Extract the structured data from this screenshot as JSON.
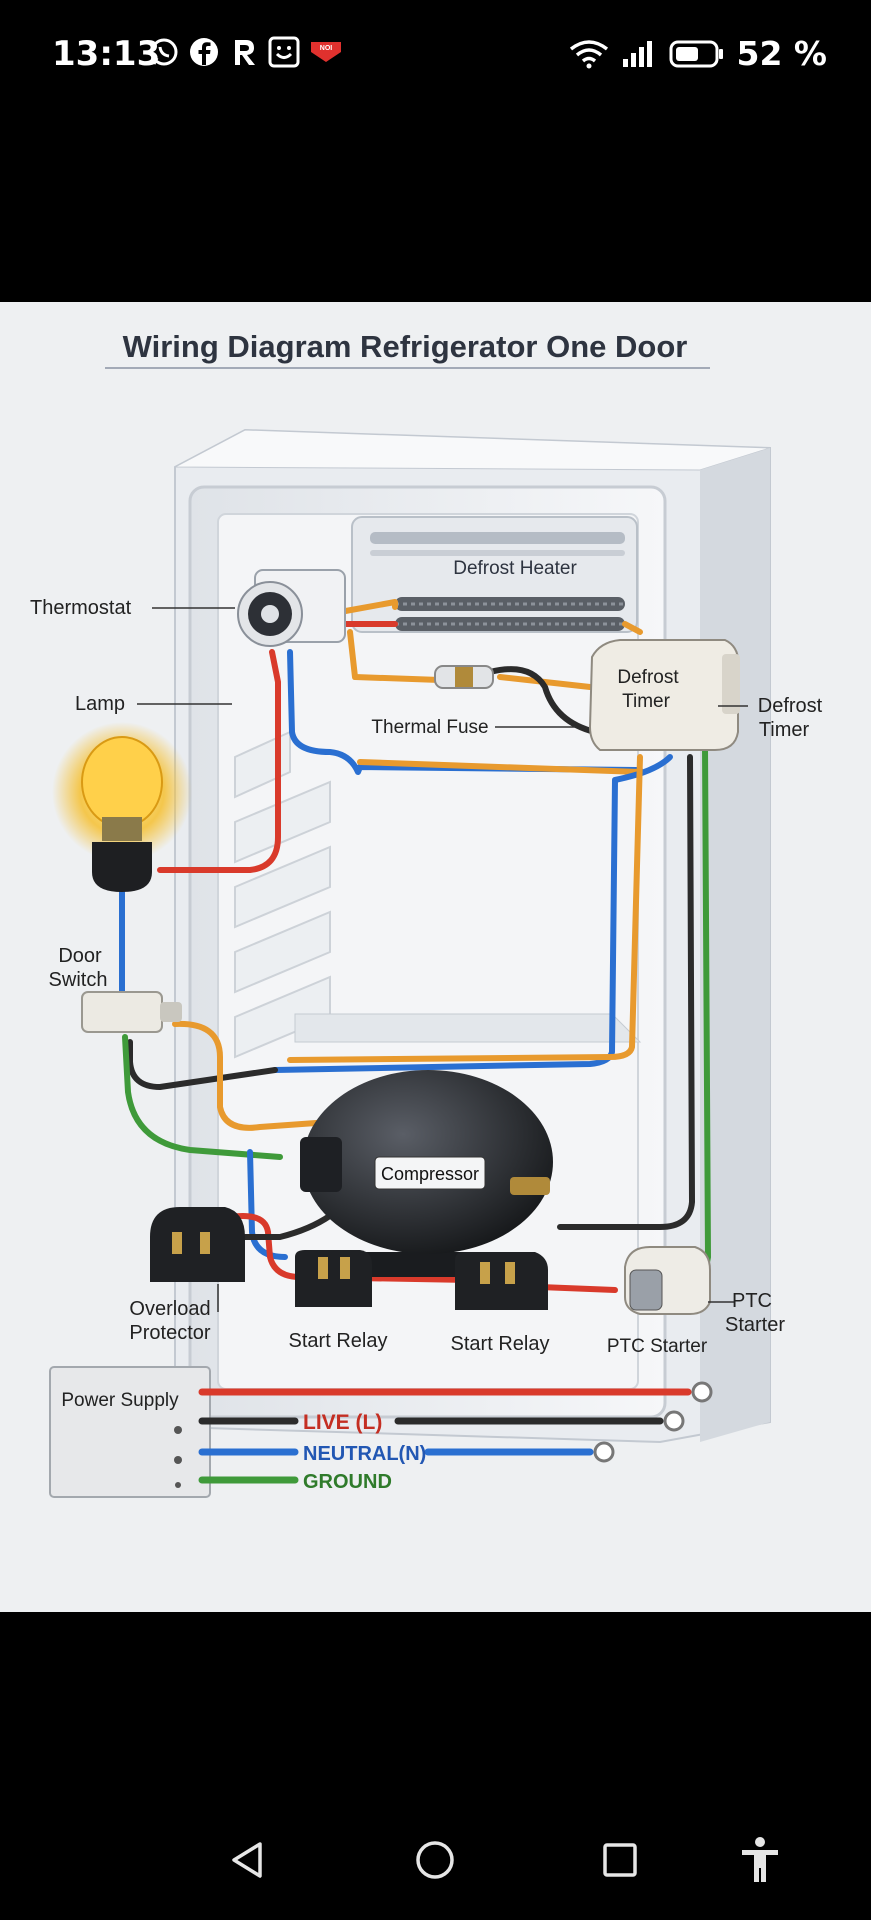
{
  "status_bar": {
    "time": "13:13",
    "battery": "52 %",
    "notification_icons": [
      "whatsapp-icon",
      "facebook-icon",
      "r-app-icon",
      "smiley-app-icon",
      "news-badge-icon"
    ],
    "badge_text": "NOI"
  },
  "diagram": {
    "title": "Wiring Diagram Refrigerator One Door",
    "labels": {
      "thermostat": "Thermostat",
      "lamp": "Lamp",
      "door_switch": "Door\nSwitch",
      "defrost_heater": "Defrost Heater",
      "thermal_fuse": "Thermal Fuse",
      "defrost_timer_box": "Defrost\nTimer",
      "defrost_timer": "Defrost\nTimer",
      "compressor": "Compressor",
      "overload_protector": "Overload\nProtector",
      "start_relay_1": "Start Relay",
      "start_relay_2": "Start Relay",
      "ptc_starter_bottom": "PTC Starter",
      "ptc_starter_right": "PTC\nStarter",
      "power_supply": "Power Supply",
      "live": "LIVE (L)",
      "neutral": "NEUTRAL(N)",
      "ground": "GROUND"
    },
    "wire_colors": {
      "live": "#d93a2b",
      "neutral": "#2a6fd1",
      "ground": "#3f9a3a",
      "black": "#2b2b2b",
      "orange": "#e89a2e"
    }
  },
  "nav_bar": {
    "buttons": [
      "back-icon",
      "home-icon",
      "recents-icon",
      "accessibility-icon"
    ]
  }
}
